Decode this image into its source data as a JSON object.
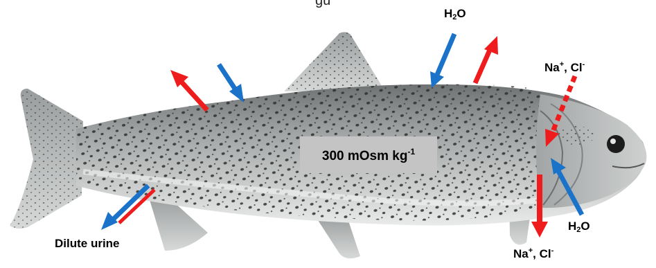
{
  "diagram": {
    "top_partial_text": "gu",
    "osmolality": {
      "value": "300 mOsm kg",
      "exponent": "-1"
    },
    "labels": {
      "water_top": {
        "base": "H",
        "sub": "2",
        "tail": "O"
      },
      "ions_right": {
        "na": "Na",
        "na_sup": "+",
        "sep": ", Cl",
        "cl_sup": "-"
      },
      "water_right": {
        "base": "H",
        "sub": "2",
        "tail": "O"
      },
      "ions_bottom": {
        "na": "Na",
        "na_sup": "+",
        "sep": ", Cl",
        "cl_sup": "-"
      },
      "urine": "Dilute urine"
    },
    "colors": {
      "water_arrow": "#1a73c8",
      "ion_arrow": "#ee1c1c",
      "box": "#c4c4c4",
      "fish_body": "#a9abab",
      "spots": "#2e2e2e"
    }
  }
}
